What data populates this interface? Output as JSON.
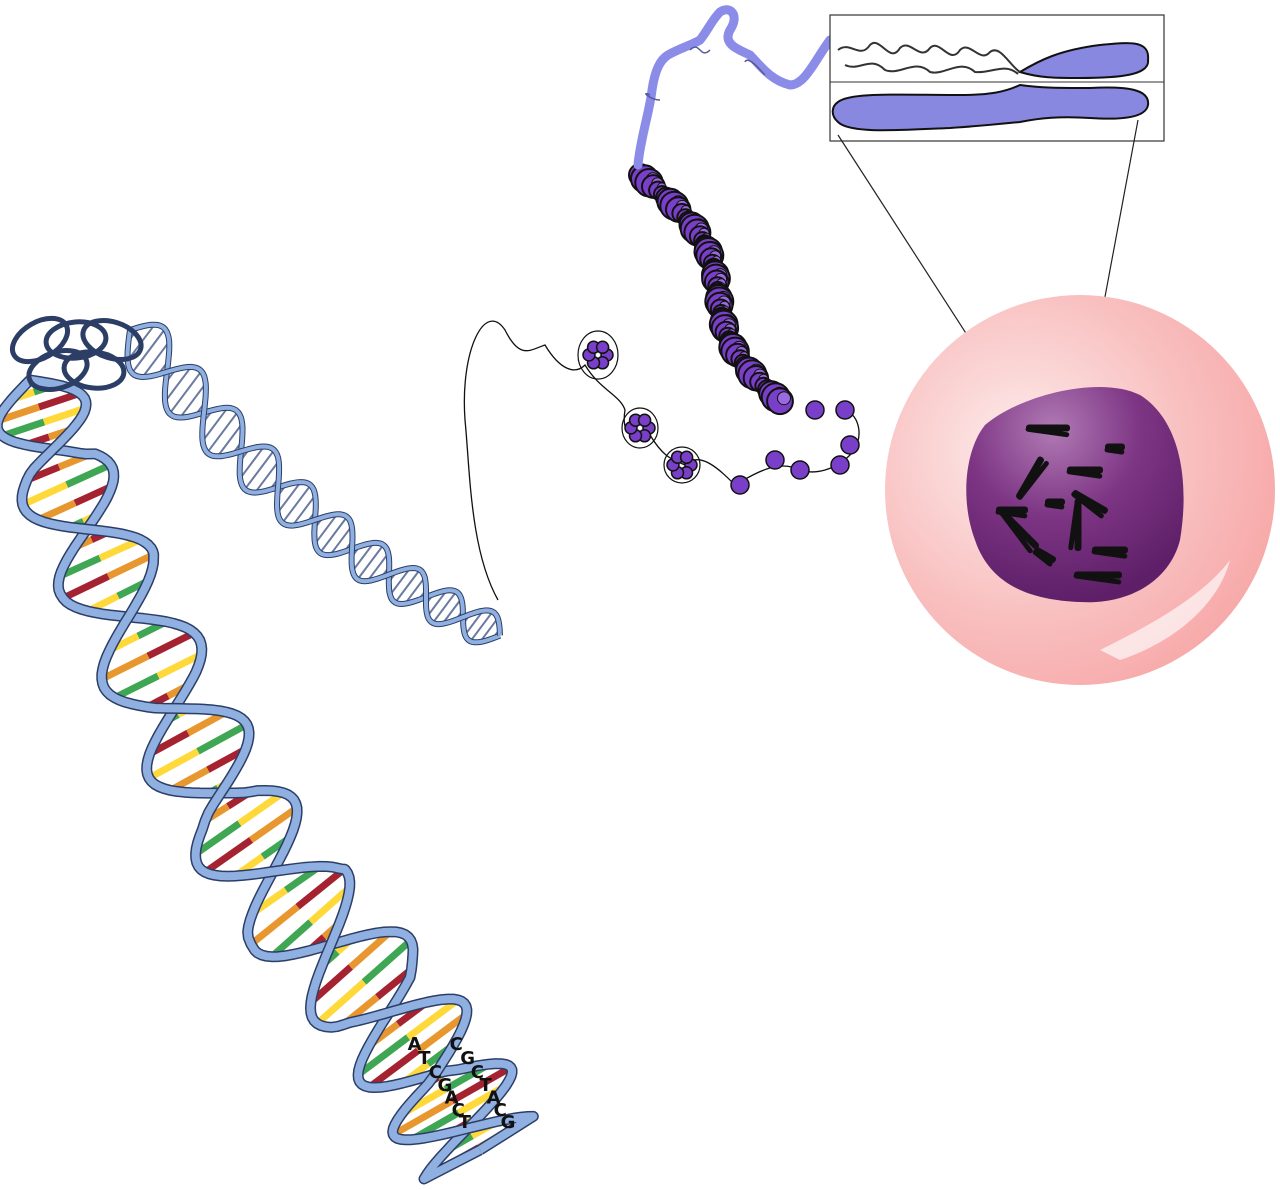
{
  "diagram": {
    "colors": {
      "backbone": "#8fb0e0",
      "backbone_dark": "#5e7fb8",
      "adenine": "#ffd83a",
      "thymine": "#e8962e",
      "guanine": "#3fa653",
      "cytosine": "#a52330",
      "nucleosome": "#7a3fc8",
      "chromosome": "#8b8be0",
      "cell_cytoplasm": "#f8b4b4",
      "cell_nucleus": "#7a2f82"
    },
    "base_labels": [
      "C",
      "G",
      "C",
      "T",
      "A",
      "C",
      "G",
      "A",
      "T",
      "C",
      "G",
      "A",
      "C",
      "T"
    ],
    "stages": [
      "double-helix",
      "dna-strand",
      "nucleosome-beads",
      "chromatin-fiber",
      "supercoiled-fiber",
      "chromosome",
      "cell-nucleus"
    ]
  }
}
